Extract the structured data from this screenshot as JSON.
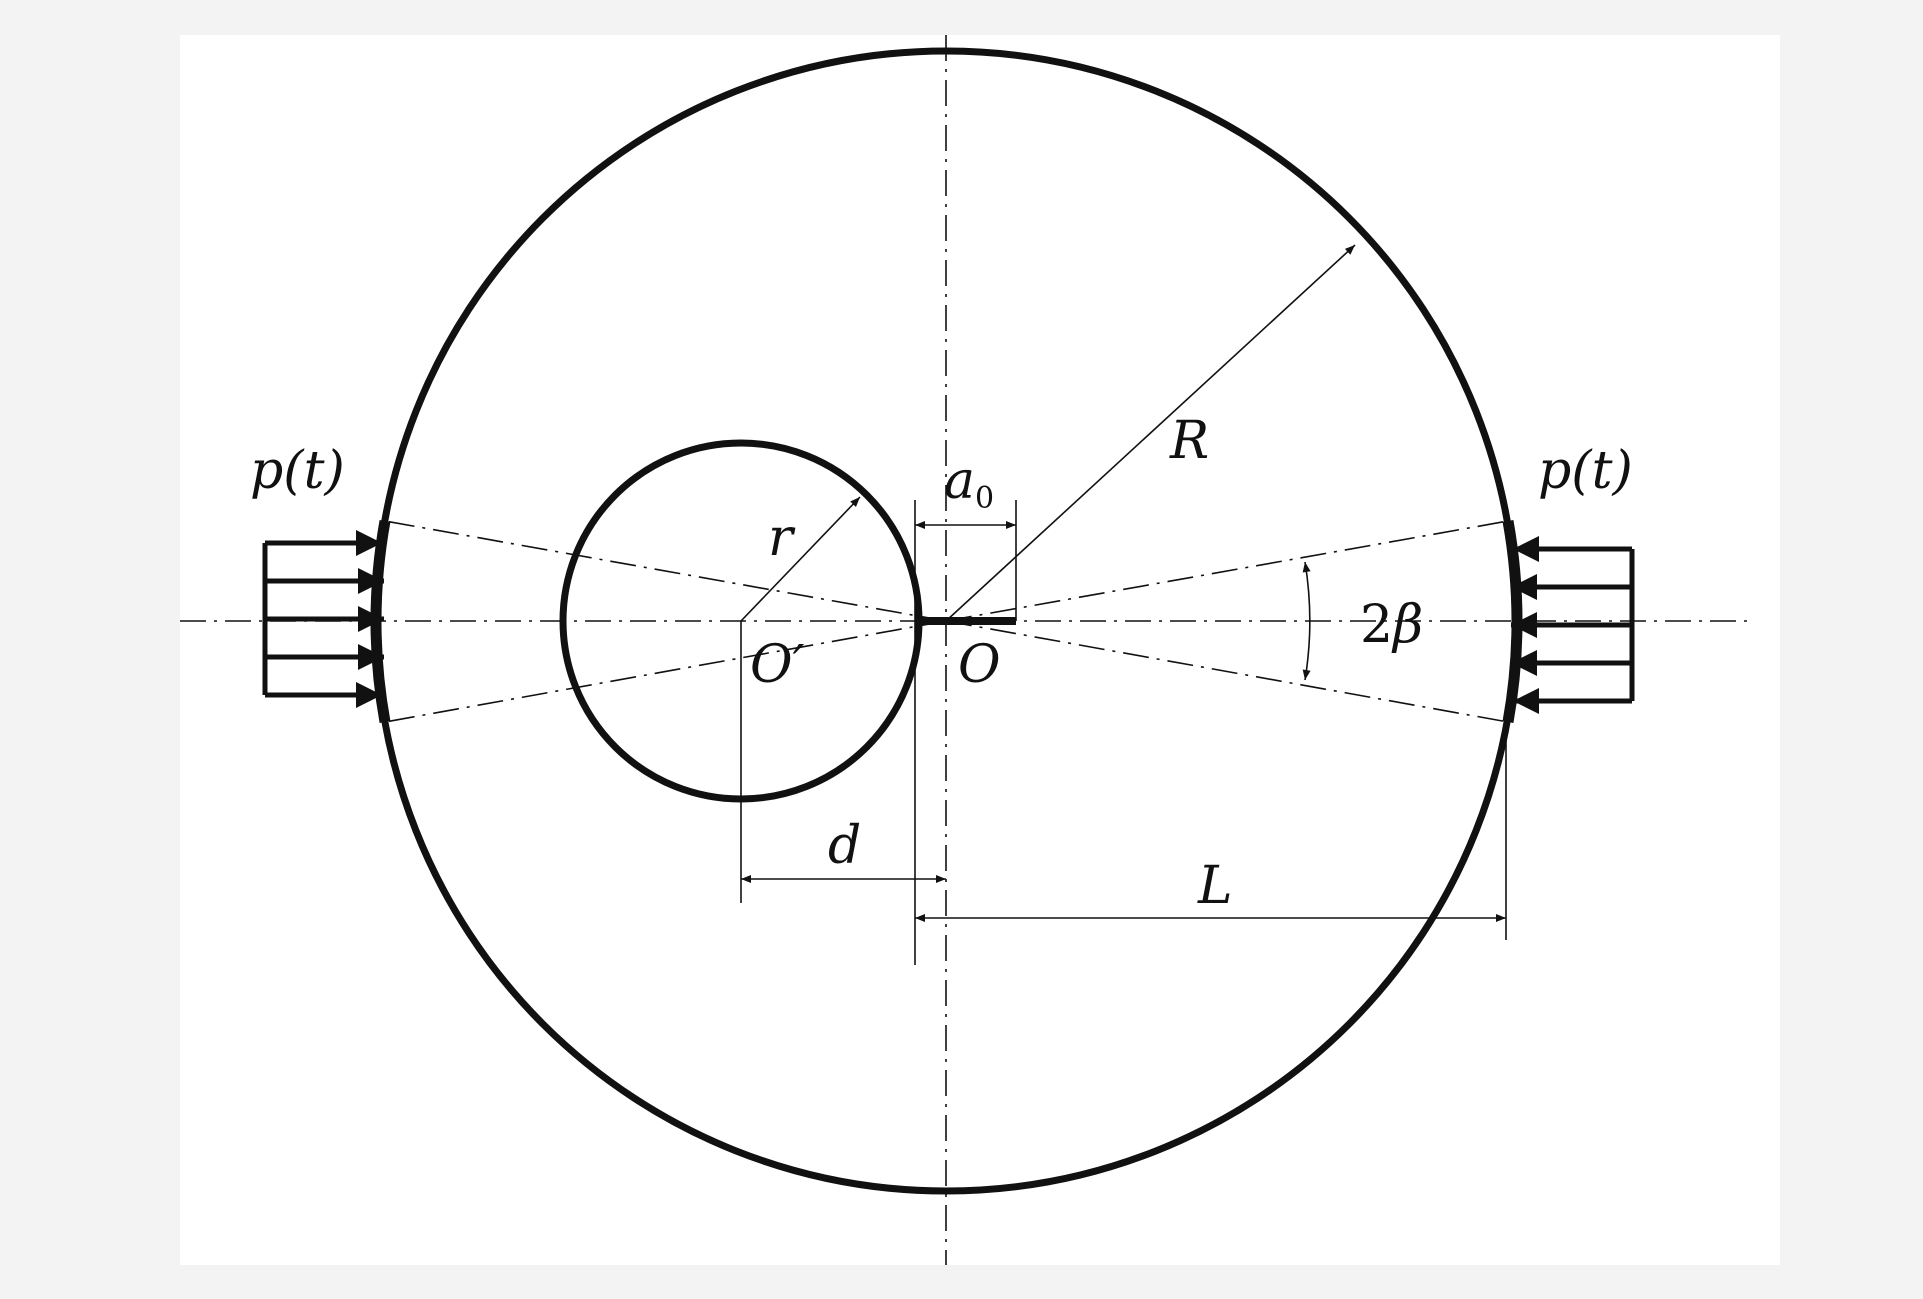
{
  "colors": {
    "background": "#f3f3f3",
    "panel": "#ffffff",
    "ink": "#111111"
  },
  "labels": {
    "load_left": "p(t)",
    "load_right": "p(t)",
    "outer_radius": "R",
    "inner_radius": "r",
    "crack_length_base": "a",
    "crack_length_sub": "0",
    "hole_center": "O′",
    "disc_center": "O",
    "offset": "d",
    "load_distance": "L",
    "load_angle_num": "2",
    "load_angle_sym": "β"
  }
}
